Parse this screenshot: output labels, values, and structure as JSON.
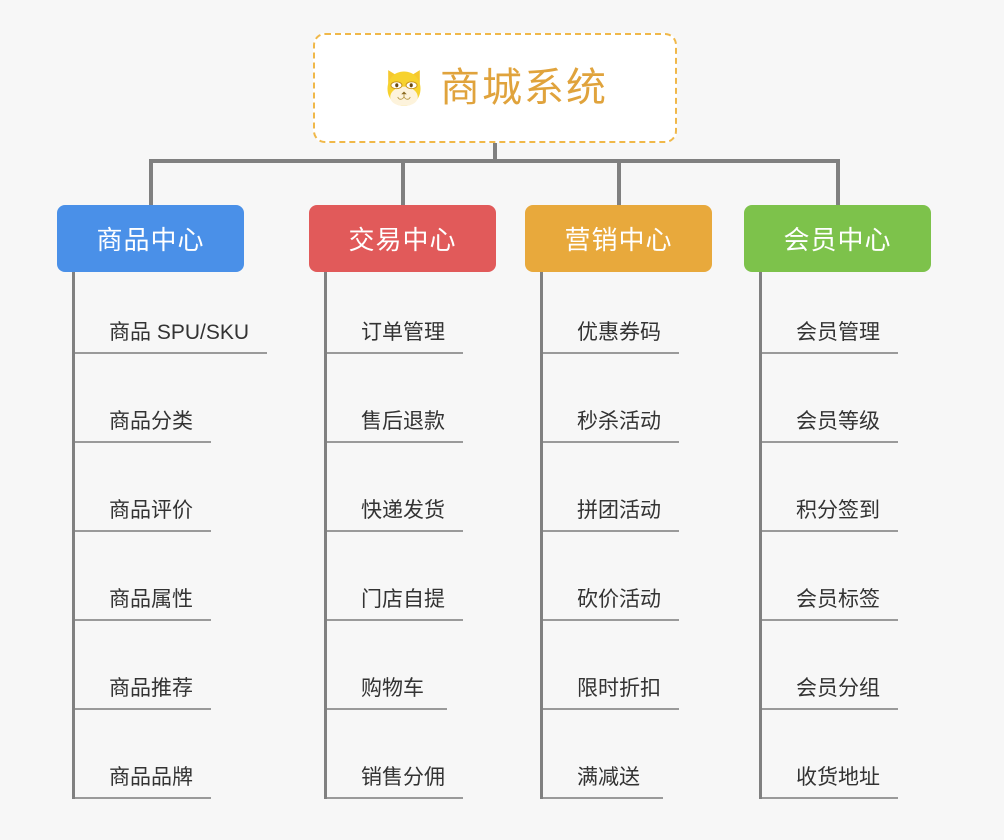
{
  "root": {
    "title": "商城系统",
    "logo_icon": "shiba-dog-face-icon",
    "border_color": "#f0b849",
    "title_color": "#e0a33c"
  },
  "connector_color": "#808080",
  "background_color": "#f7f7f7",
  "columns": [
    {
      "id": "product-center",
      "label": "商品中心",
      "color": "#4a90e8",
      "items": [
        "商品 SPU/SKU",
        "商品分类",
        "商品评价",
        "商品属性",
        "商品推荐",
        "商品品牌"
      ]
    },
    {
      "id": "trade-center",
      "label": "交易中心",
      "color": "#e15a5a",
      "items": [
        "订单管理",
        "售后退款",
        "快递发货",
        "门店自提",
        "购物车",
        "销售分佣"
      ]
    },
    {
      "id": "marketing-center",
      "label": "营销中心",
      "color": "#e8a93c",
      "items": [
        "优惠券码",
        "秒杀活动",
        "拼团活动",
        "砍价活动",
        "限时折扣",
        "满减送"
      ]
    },
    {
      "id": "member-center",
      "label": "会员中心",
      "color": "#7dc24b",
      "items": [
        "会员管理",
        "会员等级",
        "积分签到",
        "会员标签",
        "会员分组",
        "收货地址"
      ]
    }
  ]
}
